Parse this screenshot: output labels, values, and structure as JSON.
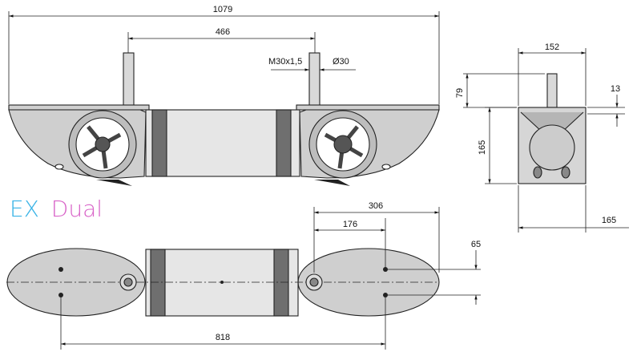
{
  "title": {
    "part1": "EX",
    "part2": "Dual",
    "part1_color": "#39b3e6",
    "part2_color": "#d964c8"
  },
  "dimensions": {
    "overall_length": "1079",
    "shaft_spacing": "466",
    "thread": "M30x1,5",
    "shaft_diameter": "Ø30",
    "side_width": "152",
    "shaft_height": "79",
    "tip_offset": "13",
    "body_height": "165",
    "body_depth": "165",
    "top_306": "306",
    "top_176": "176",
    "bolt_spacing": "65",
    "bottom_length": "818"
  }
}
